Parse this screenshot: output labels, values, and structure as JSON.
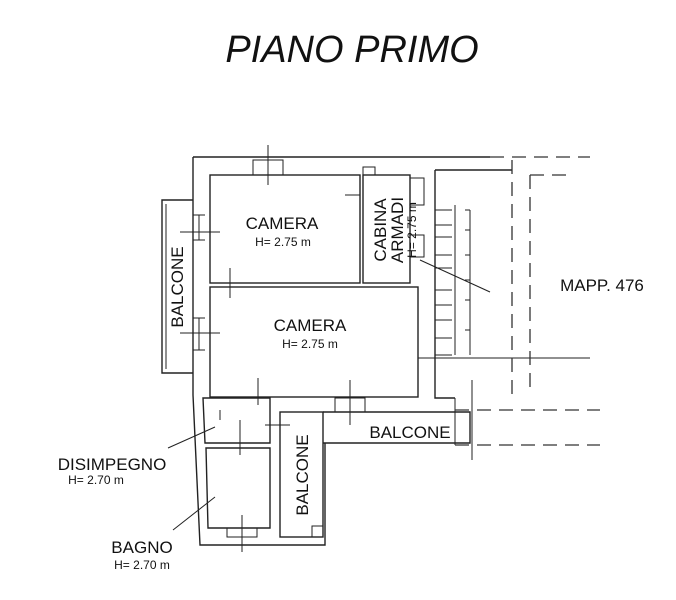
{
  "title": "PIANO PRIMO",
  "rooms": [
    {
      "name": "CAMERA",
      "height": "H= 2.75 m"
    },
    {
      "name": "CAMERA",
      "height": "H= 2.75 m"
    },
    {
      "name": "CABINA",
      "name2": "ARMADI",
      "height": "H= 2.75 m"
    },
    {
      "name": "DISIMPEGNO",
      "height": "H= 2.70 m"
    },
    {
      "name": "BAGNO",
      "height": "H= 2.70 m"
    }
  ],
  "balconies": [
    "BALCONE",
    "BALCONE",
    "BALCONE"
  ],
  "parcel": "MAPP. 476"
}
